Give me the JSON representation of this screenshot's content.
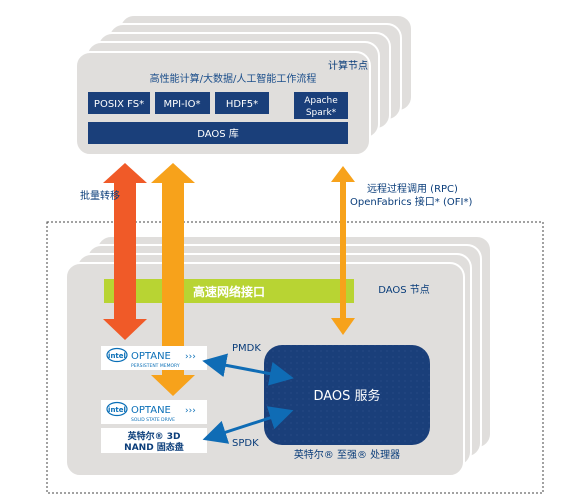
{
  "compute": {
    "label": "计算节点",
    "workload": "高性能计算/大数据/人工智能工作流程",
    "apps": [
      "POSIX FS*",
      "MPI-IO*",
      "HDF5*"
    ],
    "spark_line1": "Apache",
    "spark_line2": "Spark*",
    "daos_lib": "DAOS 库"
  },
  "links": {
    "bulk_transfer": "批量转移",
    "rpc_line1": "远程过程调用 (RPC)",
    "rpc_line2": "OpenFabrics 接口* (OFI*)"
  },
  "storage": {
    "label": "DAOS 节点",
    "network": "高速网络接口",
    "pmdk": "PMDK",
    "spdk": "SPDK",
    "service": "DAOS 服务",
    "processor": "英特尔® 至强® 处理器",
    "optane_brand": "OPTANE",
    "intel_logo": "intel",
    "optane_pm_sub": "PERSISTENT MEMORY",
    "optane_ssd_sub": "SOLID STATE DRIVE",
    "nand_line1": "英特尔® 3D",
    "nand_line2": "NAND 固态盘"
  },
  "colors": {
    "bulk_arrow": "#f05a28",
    "arrow_orange": "#f7a21b",
    "network_bar": "#b8d433",
    "daos_blue": "#1a3f7a",
    "node_gray": "#e0dedc",
    "intel_blue": "#0a6fb7"
  }
}
